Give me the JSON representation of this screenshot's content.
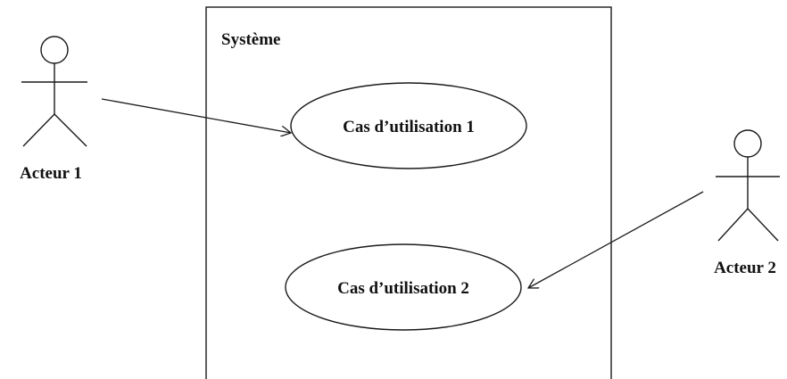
{
  "diagram": {
    "system": {
      "title": "Système"
    },
    "use_cases": [
      {
        "label": "Cas d’utilisation 1"
      },
      {
        "label": "Cas d’utilisation 2"
      }
    ],
    "actors": [
      {
        "label": "Acteur 1"
      },
      {
        "label": "Acteur 2"
      }
    ],
    "colors": {
      "stroke": "#1a1a1a",
      "background": "#ffffff"
    }
  }
}
